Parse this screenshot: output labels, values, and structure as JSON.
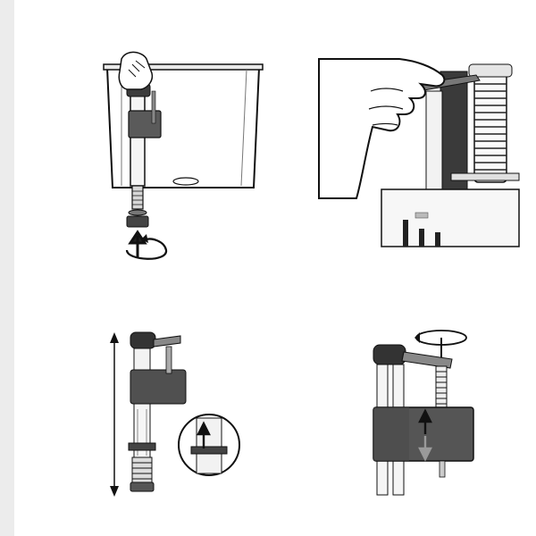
{
  "figure": {
    "description_panels": [
      {
        "id": "remove-old-valve"
      },
      {
        "id": "adjust-threaded-height"
      },
      {
        "id": "overall-height"
      },
      {
        "id": "float-adjustment"
      }
    ]
  }
}
